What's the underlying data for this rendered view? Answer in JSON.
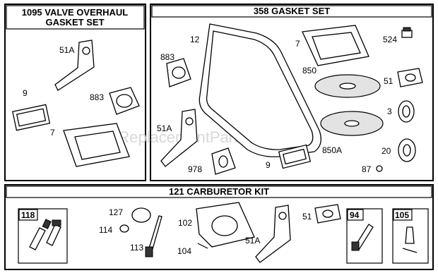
{
  "watermark": "eReplacementParts.com",
  "sections": {
    "valve": {
      "title_line1": "1095 VALVE OVERHAUL",
      "title_line2": "GASKET SET"
    },
    "gasket": {
      "title": "358 GASKET SET"
    },
    "carb": {
      "title": "121 CARBURETOR KIT"
    }
  },
  "labels": {
    "v_51a": "51A",
    "v_9": "9",
    "v_883": "883",
    "v_7": "7",
    "g_12": "12",
    "g_883": "883",
    "g_7": "7",
    "g_524": "524",
    "g_850": "850",
    "g_51": "51",
    "g_3": "3",
    "g_51a": "51A",
    "g_850a": "850A",
    "g_20": "20",
    "g_9": "9",
    "g_978": "978",
    "g_87": "87",
    "c_118": "118",
    "c_127": "127",
    "c_114": "114",
    "c_113": "113",
    "c_102": "102",
    "c_104": "104",
    "c_51a": "51A",
    "c_51": "51",
    "c_94": "94",
    "c_105": "105"
  }
}
